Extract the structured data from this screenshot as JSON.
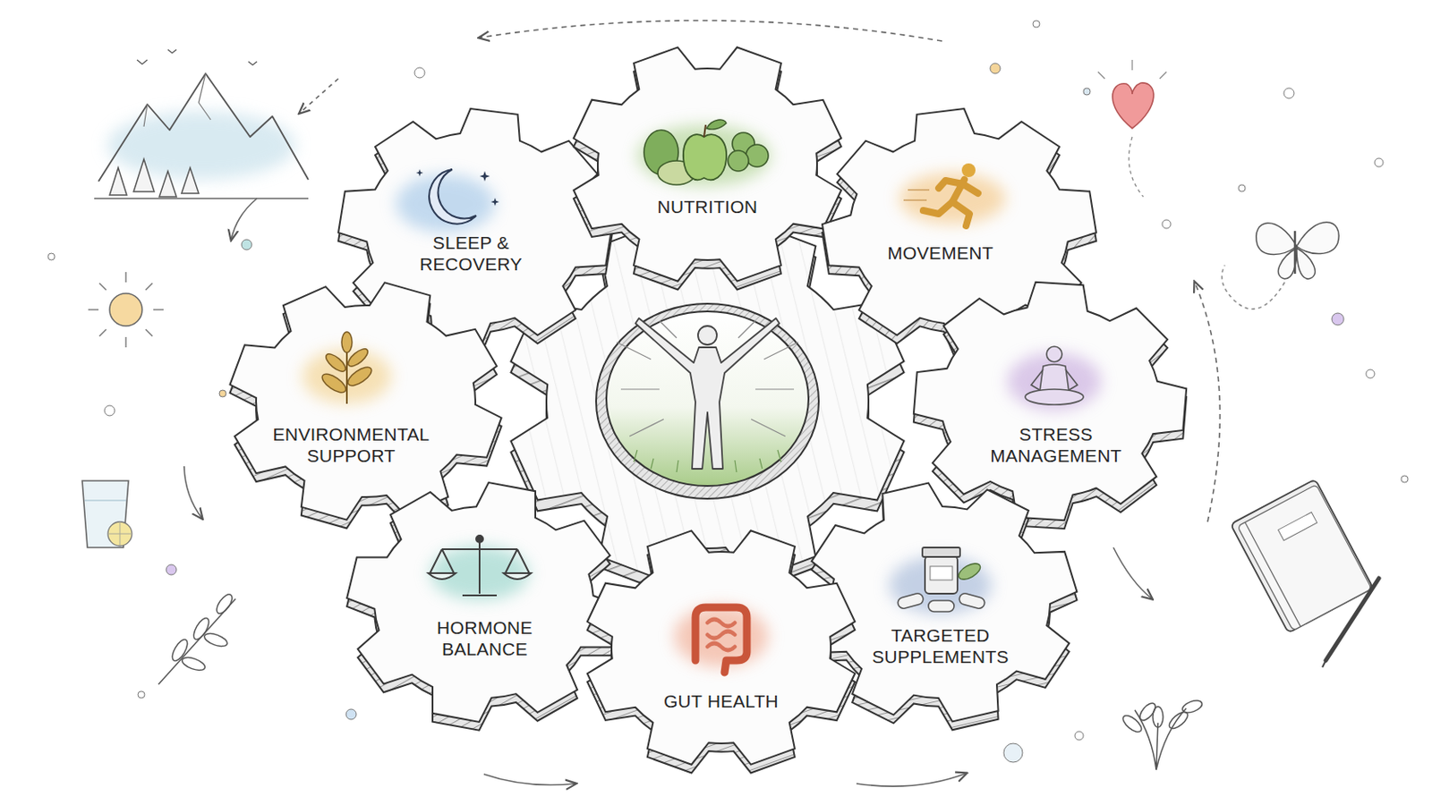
{
  "diagram": {
    "nodes": [
      {
        "text": [
          "SLEEP & RECOVERY"
        ]
      },
      {
        "text": [
          "NUTRITION"
        ]
      },
      {
        "text": [
          "MOVEMENT"
        ]
      },
      {
        "text": [
          "ENVIRONMENTAL SUPPORT"
        ]
      },
      {
        "text": [
          "STRESS MANAGEMENT"
        ]
      },
      {
        "text": [
          "HORMONE BALANCE"
        ]
      },
      {
        "text": [
          "GUT HEALTH"
        ]
      },
      {
        "text": [
          "TARGETED SUPPLEMENTS"
        ]
      }
    ]
  }
}
